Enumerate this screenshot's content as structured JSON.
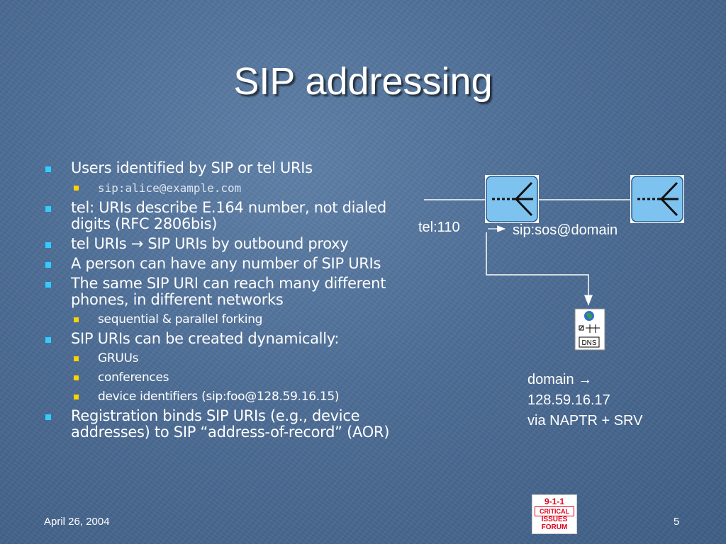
{
  "slide": {
    "title": "SIP addressing",
    "footer_date": "April 26, 2004",
    "page_number": "5"
  },
  "bullets": {
    "b1": "Users identified by SIP or tel URIs",
    "b1_sub1": "sip:alice@example.com",
    "b2": "tel: URIs describe E.164 number, not dialed digits (RFC 2806bis)",
    "b3": "tel URIs → SIP URIs by outbound proxy",
    "b4": "A person can have any number of SIP URIs",
    "b5": "The same SIP URI can reach many different phones, in different networks",
    "b5_sub1": "sequential & parallel forking",
    "b6": "SIP URIs can be created dynamically:",
    "b6_sub1": "GRUUs",
    "b6_sub2": "conferences",
    "b6_sub3": "device identifiers (sip:foo@128.59.16.15)",
    "b7": "Registration binds SIP URIs (e.g., device addresses) to SIP “address-of-record” (AOR)"
  },
  "diagram": {
    "label_tel": "tel:110",
    "label_sip": "sip:sos@domain",
    "dns_label": "DNS",
    "resolve_line1": "domain →",
    "resolve_line2": "128.59.16.17",
    "resolve_line3": "via NAPTR + SRV",
    "proxy_icon_color": "#7ec3f0"
  },
  "logo": {
    "line1": "9-1-1",
    "line2": "CRITICAL",
    "line3": "ISSUES",
    "line4": "FORUM"
  },
  "colors": {
    "bullet_level1": "#33ccff",
    "bullet_level2": "#ffd200",
    "background": "#4d6d95"
  }
}
